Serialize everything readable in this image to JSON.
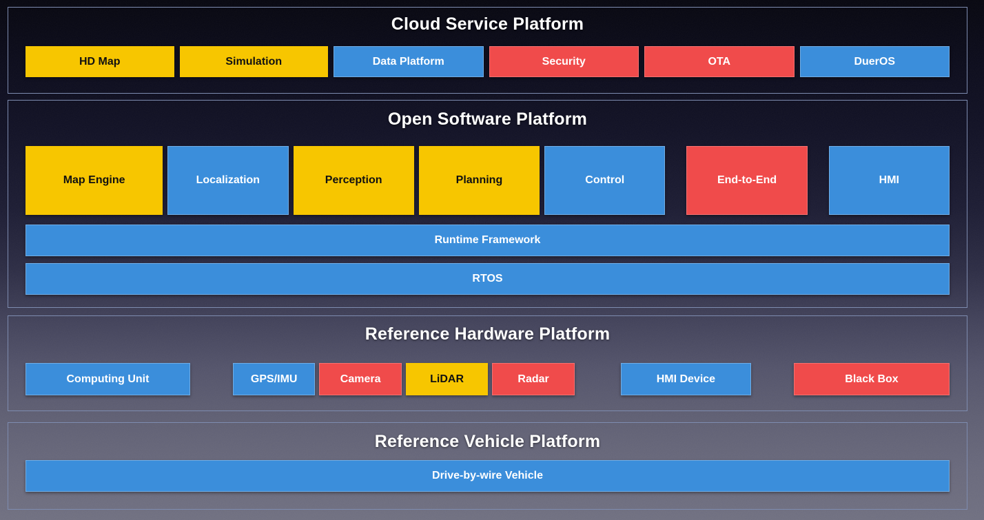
{
  "colors": {
    "yellow": "#F7C600",
    "blue": "#3B8EDB",
    "red": "#F04B4B",
    "section_border": "#7E8CB0",
    "title_text": "#FFFFFF"
  },
  "diagram": {
    "sections": [
      {
        "title": "Cloud Service Platform",
        "boxes": [
          {
            "label": "HD Map",
            "color": "yellow"
          },
          {
            "label": "Simulation",
            "color": "yellow"
          },
          {
            "label": "Data Platform",
            "color": "blue"
          },
          {
            "label": "Security",
            "color": "red"
          },
          {
            "label": "OTA",
            "color": "red"
          },
          {
            "label": "DuerOS",
            "color": "blue"
          }
        ]
      },
      {
        "title": "Open Software Platform",
        "boxes": [
          {
            "label": "Map Engine",
            "color": "yellow"
          },
          {
            "label": "Localization",
            "color": "blue"
          },
          {
            "label": "Perception",
            "color": "yellow"
          },
          {
            "label": "Planning",
            "color": "yellow"
          },
          {
            "label": "Control",
            "color": "blue"
          },
          {
            "label": "End-to-End",
            "color": "red"
          },
          {
            "label": "HMI",
            "color": "blue"
          }
        ],
        "bars": [
          {
            "label": "Runtime Framework",
            "color": "blue"
          },
          {
            "label": "RTOS",
            "color": "blue"
          }
        ]
      },
      {
        "title": "Reference Hardware Platform",
        "boxes": [
          {
            "label": "Computing Unit",
            "color": "blue"
          },
          {
            "label": "GPS/IMU",
            "color": "blue"
          },
          {
            "label": "Camera",
            "color": "red"
          },
          {
            "label": "LiDAR",
            "color": "yellow"
          },
          {
            "label": "Radar",
            "color": "red"
          },
          {
            "label": "HMI Device",
            "color": "blue"
          },
          {
            "label": "Black Box",
            "color": "red"
          }
        ]
      },
      {
        "title": "Reference Vehicle Platform",
        "bars": [
          {
            "label": "Drive-by-wire Vehicle",
            "color": "blue"
          }
        ]
      }
    ]
  }
}
